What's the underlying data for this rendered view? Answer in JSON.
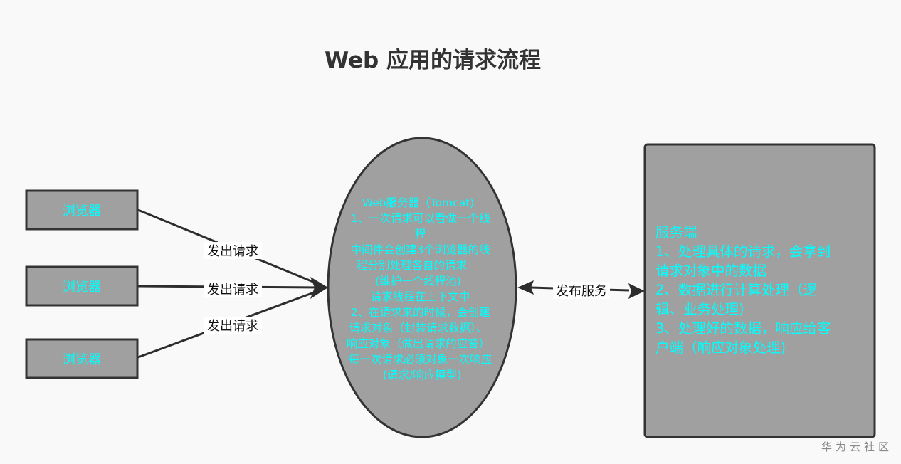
{
  "title": "Web 应用的请求流程",
  "browsers": [
    {
      "label": "浏览器"
    },
    {
      "label": "浏览器"
    },
    {
      "label": "浏览器"
    }
  ],
  "request_edges": [
    {
      "label": "发出请求"
    },
    {
      "label": "发出请求"
    },
    {
      "label": "发出请求"
    }
  ],
  "web_server": {
    "lines": [
      "Web服务器（Tomcat)",
      "1、一次请求可以看做一个线",
      "程",
      "中间件会创建3个浏览器的线",
      "程分别处理各自的请求",
      "(维护一个线程池)",
      "请求线程在上下文中",
      "2、在请求来的时候，会创建",
      "请求对象（封装请求数据）、",
      "响应对象（做出请求的应答）",
      "每一次请求必须对象一次响应",
      "(请求/响应模型)"
    ]
  },
  "publish_edge": {
    "label": "发布服务"
  },
  "server_side": {
    "lines": [
      "服务端",
      "1、处理具体的请求，会拿到",
      "请求对象中的数据",
      "2、数据进行计算处理（逻",
      "辑、业务处理)",
      "3、处理好的数据，响应给客",
      "户端（响应对象处理)"
    ]
  },
  "watermark": "华为云社区",
  "colors": {
    "node_fill": "#a0a0a0",
    "node_stroke": "#333333",
    "node_text": "#00ffff",
    "background": "#f9f9f9"
  }
}
